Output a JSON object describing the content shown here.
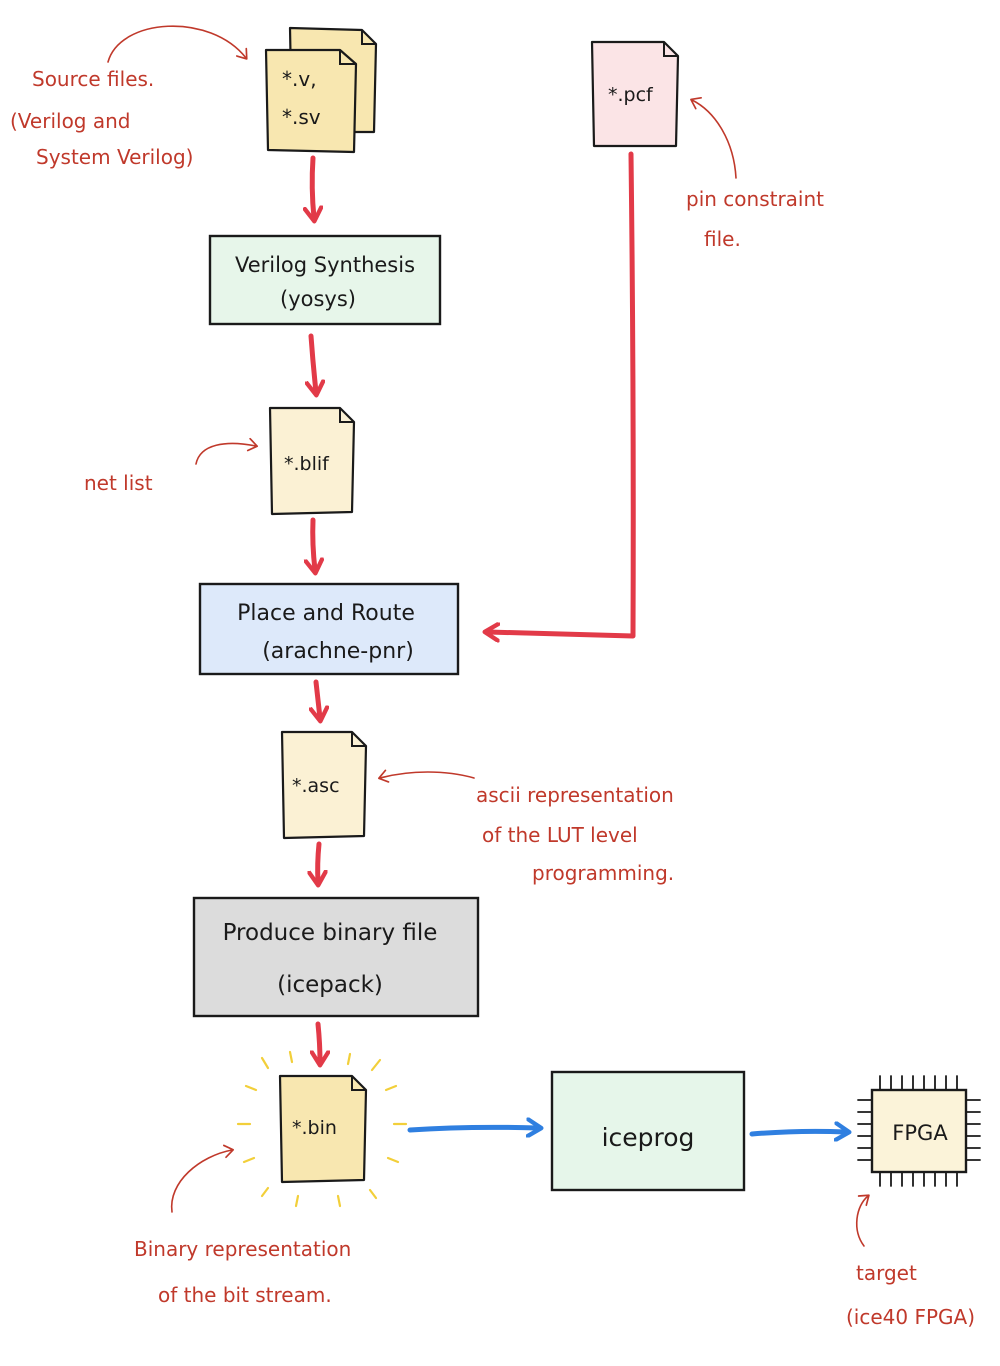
{
  "files": {
    "source_line1": "*.v,",
    "source_line2": "*.sv",
    "pcf": "*.pcf",
    "blif": "*.blif",
    "asc": "*.asc",
    "bin": "*.bin"
  },
  "steps": {
    "synthesis_line1": "Verilog Synthesis",
    "synthesis_line2": "(yosys)",
    "pnr_line1": "Place and Route",
    "pnr_line2": "(arachne-pnr)",
    "pack_line1": "Produce binary file",
    "pack_line2": "(icepack)",
    "prog": "iceprog",
    "fpga": "FPGA"
  },
  "annotations": {
    "source_line1": "Source files.",
    "source_line2": "(Verilog and",
    "source_line3": "System Verilog)",
    "pcf_line1": "pin constraint",
    "pcf_line2": "file.",
    "netlist": "net list",
    "asc_line1": "ascii representation",
    "asc_line2": "of the LUT level",
    "asc_line3": "programming.",
    "bin_line1": "Binary representation",
    "bin_line2": "of the bit stream.",
    "target_line1": "target",
    "target_line2": "(ice40 FPGA)"
  },
  "colors": {
    "flow_arrow": "#e23a48",
    "output_arrow": "#2f7fe0",
    "annotation": "#c0392b",
    "file_fill": "#fbf1d4",
    "source_fill": "#f8e7b0",
    "pcf_fill": "#fbe4e6",
    "synth_fill": "#e7f6ea",
    "pnr_fill": "#dde9fa",
    "pack_fill": "#dcdcdc",
    "prog_fill": "#e6f6ea",
    "fpga_fill": "#fbf3d9",
    "glow": "#f2cf3a"
  }
}
